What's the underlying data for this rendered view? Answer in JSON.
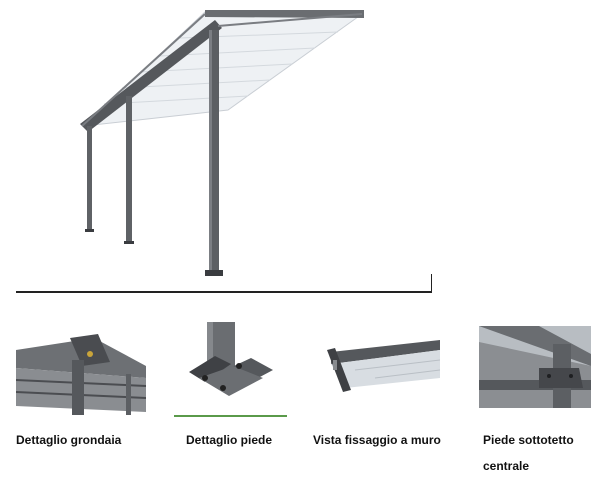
{
  "gallery": {
    "thumbnails": [
      {
        "caption": "Dettaglio grondaia"
      },
      {
        "caption": "Dettaglio piede"
      },
      {
        "caption": "Vista fissaggio a muro"
      },
      {
        "caption": "Piede sottotetto",
        "caption_line2": "centrale"
      }
    ],
    "selected_index": 1,
    "colors": {
      "frame": "#5f6266",
      "frame_dark": "#3a3c40",
      "roof_panel": "#e9ecef",
      "selected_underline": "#5a9a4a",
      "rule": "#222222"
    }
  }
}
